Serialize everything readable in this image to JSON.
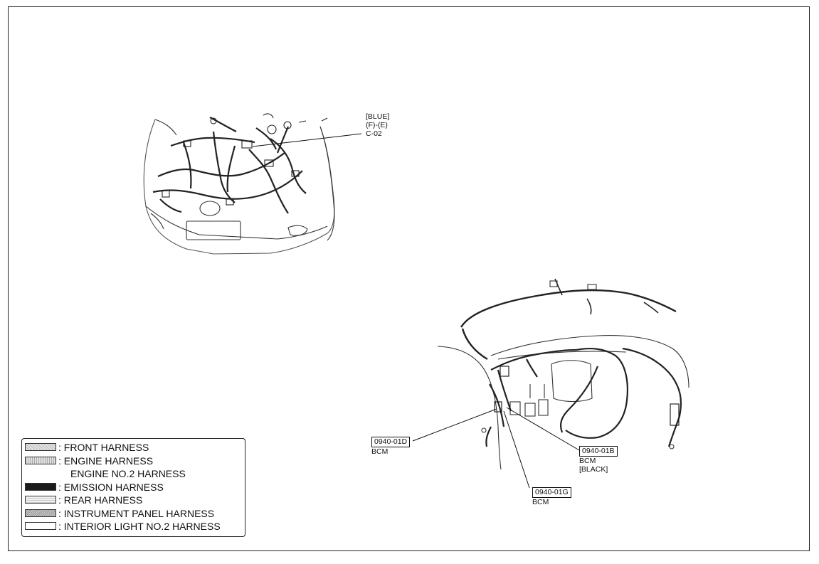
{
  "callouts": {
    "engine_connector": {
      "color": "[BLUE]",
      "terminal": "(F)-(E)",
      "code": "C-02"
    },
    "bcm_d": {
      "code": "0940-01D",
      "label": "BCM"
    },
    "bcm_b": {
      "code": "0940-01B",
      "label": "BCM",
      "note": "[BLACK]"
    },
    "bcm_g": {
      "code": "0940-01G",
      "label": "BCM"
    }
  },
  "legend": {
    "items": [
      {
        "label": ": FRONT HARNESS",
        "swatch": "hatched-light"
      },
      {
        "label": ": ENGINE HARNESS",
        "sub": "ENGINE NO.2 HARNESS",
        "swatch": "hatched-vertical"
      },
      {
        "label": ": EMISSION HARNESS",
        "swatch": "solid-dark"
      },
      {
        "label": ": REAR HARNESS",
        "swatch": "hatched-pale"
      },
      {
        "label": ": INSTRUMENT PANEL HARNESS",
        "swatch": "hatched-dense"
      },
      {
        "label": ": INTERIOR LIGHT NO.2 HARNESS",
        "swatch": "blank"
      }
    ]
  }
}
